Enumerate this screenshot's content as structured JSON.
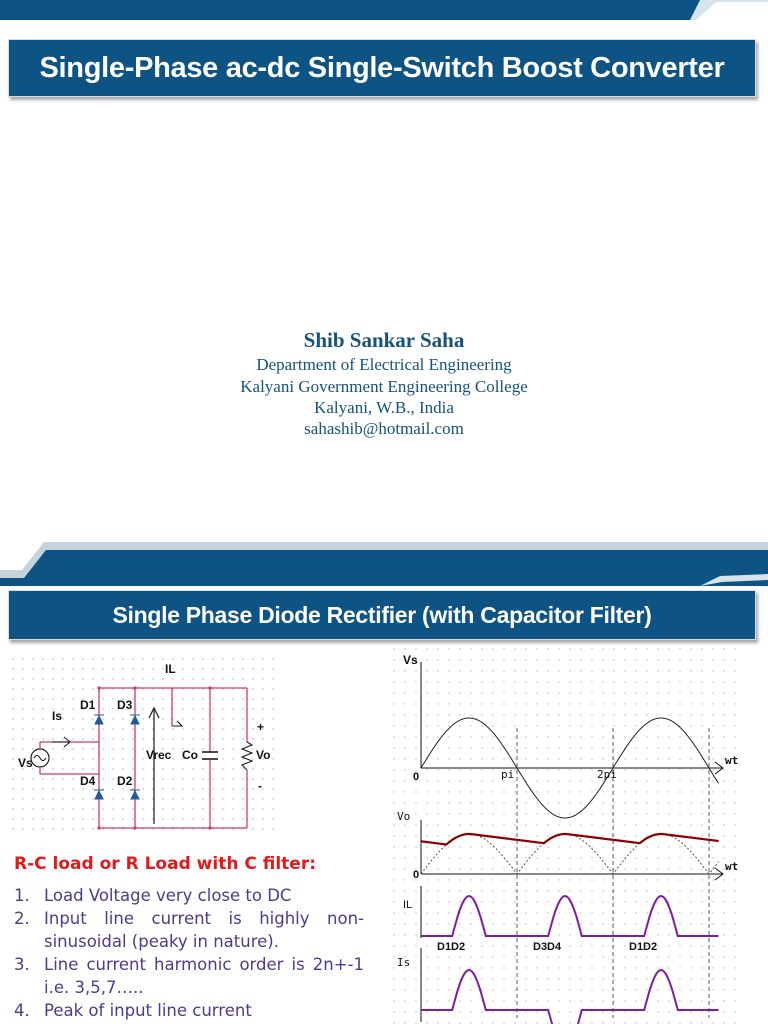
{
  "slide1": {
    "title": "Single-Phase ac-dc Single-Switch Boost Converter",
    "author": {
      "name": "Shib Sankar Saha",
      "department": "Department of Electrical Engineering",
      "college": "Kalyani Government Engineering College",
      "location": "Kalyani, W.B., India",
      "email": "sahashib@hotmail.com"
    }
  },
  "slide2": {
    "title": "Single Phase Diode Rectifier (with Capacitor Filter)",
    "circuit_labels": {
      "il": "IL",
      "is": "Is",
      "vs": "Vs",
      "d1": "D1",
      "d2": "D2",
      "d3": "D3",
      "d4": "D4",
      "vrec": "Vrec",
      "co": "Co",
      "vo": "Vo",
      "plus": "+",
      "minus": "-"
    },
    "waveform_labels": {
      "vs": "Vs",
      "vo": "Vo",
      "il": "IL",
      "is": "Is",
      "zero": "0",
      "pi": "pi",
      "two_pi": "2pi",
      "wt": "wt",
      "d1d2": "D1D2",
      "d3d4": "D3D4"
    },
    "load_title": "R-C load or R Load with C filter:",
    "bullets": [
      {
        "num": "1.",
        "text": "Load Voltage very close to DC"
      },
      {
        "num": "2.",
        "text": "Input line current is highly non-sinusoidal (peaky in nature)."
      },
      {
        "num": "3.",
        "text": "Line current harmonic order is 2n+-1 i.e. 3,5,7….."
      },
      {
        "num": "4.",
        "text": "Peak of input line current"
      }
    ],
    "colors": {
      "title_bg": "#0d5384",
      "red": "#e41a1a",
      "bullet": "#4d3a8e",
      "wave_vo": "#8b0000",
      "wave_current": "#7b1fa2"
    }
  }
}
